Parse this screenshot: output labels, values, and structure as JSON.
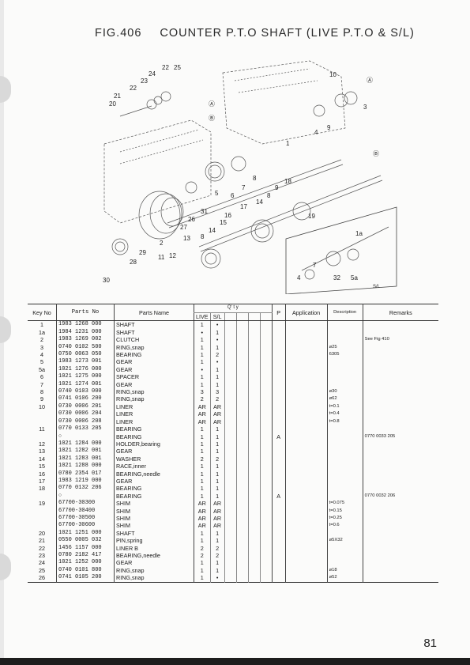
{
  "header": {
    "fig": "FIG.406",
    "title": "COUNTER P.T.O SHAFT (LIVE P.T.O & S/L)"
  },
  "diagram": {
    "callouts": [
      "22",
      "25",
      "24",
      "23",
      "21",
      "22",
      "20",
      "10",
      "Ⓐ",
      "Ⓐ",
      "3",
      "Ⓑ",
      "4",
      "9",
      "1",
      "Ⓑ",
      "18",
      "9",
      "8",
      "6",
      "7",
      "14",
      "8",
      "5",
      "31",
      "27",
      "26",
      "17",
      "19",
      "16",
      "15",
      "14",
      "13",
      "8",
      "29",
      "28",
      "11",
      "12",
      "30",
      "2",
      "1a",
      "7",
      "32",
      "5a",
      "4"
    ],
    "inset_label": "S/L"
  },
  "table": {
    "headers": {
      "key_no": "Key No",
      "parts_no": "Parts No",
      "parts_name": "Parts Name",
      "qty": "Q' t y",
      "qty_sub1": "LIVE",
      "qty_sub2": "S/L",
      "p": "P",
      "application": "Application",
      "description": "Description",
      "remarks": "Remarks"
    },
    "rows": [
      {
        "key": "1",
        "pn": "1983 1268 000",
        "name": "SHAFT",
        "q1": "1",
        "q2": "•",
        "p": "",
        "app": "",
        "desc": "",
        "rem": ""
      },
      {
        "key": "1a",
        "pn": "1984 1231 000",
        "name": "SHAFT",
        "q1": "•",
        "q2": "1",
        "p": "",
        "app": "",
        "desc": "",
        "rem": ""
      },
      {
        "key": "2",
        "pn": "1983 1269 002",
        "name": "CLUTCH",
        "q1": "1",
        "q2": "•",
        "p": "",
        "app": "",
        "desc": "",
        "rem": "See Fig 410"
      },
      {
        "key": "3",
        "pn": "0740 0102 500",
        "name": "RING,snap",
        "q1": "1",
        "q2": "1",
        "p": "",
        "app": "",
        "desc": "ø25",
        "rem": ""
      },
      {
        "key": "4",
        "pn": "0750 0063 050",
        "name": "BEARING",
        "q1": "1",
        "q2": "2",
        "p": "",
        "app": "",
        "desc": "6305",
        "rem": ""
      },
      {
        "key": "5",
        "pn": "1983 1273 001",
        "name": "GEAR",
        "q1": "1",
        "q2": "•",
        "p": "",
        "app": "",
        "desc": "",
        "rem": ""
      },
      {
        "key": "5a",
        "pn": "1021 1276 000",
        "name": "GEAR",
        "q1": "•",
        "q2": "1",
        "p": "",
        "app": "",
        "desc": "",
        "rem": ""
      },
      {
        "key": "6",
        "pn": "1021 1275 000",
        "name": "SPACER",
        "q1": "1",
        "q2": "1",
        "p": "",
        "app": "",
        "desc": "",
        "rem": ""
      },
      {
        "key": "7",
        "pn": "1021 1274 001",
        "name": "GEAR",
        "q1": "1",
        "q2": "1",
        "p": "",
        "app": "",
        "desc": "",
        "rem": ""
      },
      {
        "key": "8",
        "pn": "0740 0103 000",
        "name": "RING,snap",
        "q1": "3",
        "q2": "3",
        "p": "",
        "app": "",
        "desc": "ø30",
        "rem": ""
      },
      {
        "key": "9",
        "pn": "0741 0106 200",
        "name": "RING,snap",
        "q1": "2",
        "q2": "2",
        "p": "",
        "app": "",
        "desc": "ø62",
        "rem": ""
      },
      {
        "key": "10",
        "pn": "0730 0006 201",
        "name": "LINER",
        "q1": "AR",
        "q2": "AR",
        "p": "",
        "app": "",
        "desc": "t=0.1",
        "rem": ""
      },
      {
        "key": "",
        "pn": "0730 0006 204",
        "name": "LINER",
        "q1": "AR",
        "q2": "AR",
        "p": "",
        "app": "",
        "desc": "t=0.4",
        "rem": ""
      },
      {
        "key": "",
        "pn": "0730 0006 208",
        "name": "LINER",
        "q1": "AR",
        "q2": "AR",
        "p": "",
        "app": "",
        "desc": "t=0.8",
        "rem": ""
      },
      {
        "key": "11",
        "pn": "0770 0133 205",
        "name": "BEARING",
        "q1": "1",
        "q2": "1",
        "p": "",
        "app": "",
        "desc": "",
        "rem": ""
      },
      {
        "key": "",
        "pn": "○",
        "name": "BEARING",
        "q1": "1",
        "q2": "1",
        "p": "A",
        "app": "",
        "desc": "",
        "rem": "0770 0033 205"
      },
      {
        "key": "12",
        "pn": "1021 1284 000",
        "name": "HOLDER,bearing",
        "q1": "1",
        "q2": "1",
        "p": "",
        "app": "",
        "desc": "",
        "rem": ""
      },
      {
        "key": "13",
        "pn": "1021 1282 001",
        "name": "GEAR",
        "q1": "1",
        "q2": "1",
        "p": "",
        "app": "",
        "desc": "",
        "rem": ""
      },
      {
        "key": "14",
        "pn": "1021 1283 001",
        "name": "WASHER",
        "q1": "2",
        "q2": "2",
        "p": "",
        "app": "",
        "desc": "",
        "rem": ""
      },
      {
        "key": "15",
        "pn": "1021 1288 000",
        "name": "RACE,inner",
        "q1": "1",
        "q2": "1",
        "p": "",
        "app": "",
        "desc": "",
        "rem": ""
      },
      {
        "key": "16",
        "pn": "0780 2354 017",
        "name": "BEARING,needle",
        "q1": "1",
        "q2": "1",
        "p": "",
        "app": "",
        "desc": "",
        "rem": ""
      },
      {
        "key": "17",
        "pn": "1983 1219 000",
        "name": "GEAR",
        "q1": "1",
        "q2": "1",
        "p": "",
        "app": "",
        "desc": "",
        "rem": ""
      },
      {
        "key": "18",
        "pn": "0770 0132 206",
        "name": "BEARING",
        "q1": "1",
        "q2": "1",
        "p": "",
        "app": "",
        "desc": "",
        "rem": ""
      },
      {
        "key": "",
        "pn": "○",
        "name": "BEARING",
        "q1": "1",
        "q2": "1",
        "p": "A",
        "app": "",
        "desc": "",
        "rem": "0770 0032 206"
      },
      {
        "key": "19",
        "pn": "67700-30300",
        "name": "SHIM",
        "q1": "AR",
        "q2": "AR",
        "p": "",
        "app": "",
        "desc": "t=0.075",
        "rem": ""
      },
      {
        "key": "",
        "pn": "67700-30400",
        "name": "SHIM",
        "q1": "AR",
        "q2": "AR",
        "p": "",
        "app": "",
        "desc": "t=0.15",
        "rem": ""
      },
      {
        "key": "",
        "pn": "67700-30500",
        "name": "SHIM",
        "q1": "AR",
        "q2": "AR",
        "p": "",
        "app": "",
        "desc": "t=0.25",
        "rem": ""
      },
      {
        "key": "",
        "pn": "67700-30600",
        "name": "SHIM",
        "q1": "AR",
        "q2": "AR",
        "p": "",
        "app": "",
        "desc": "t=0.6",
        "rem": ""
      },
      {
        "key": "20",
        "pn": "1021 1251 000",
        "name": "SHAFT",
        "q1": "1",
        "q2": "1",
        "p": "",
        "app": "",
        "desc": "",
        "rem": ""
      },
      {
        "key": "21",
        "pn": "0550 0005 032",
        "name": "PIN,spring",
        "q1": "1",
        "q2": "1",
        "p": "",
        "app": "",
        "desc": "ø5X32",
        "rem": ""
      },
      {
        "key": "22",
        "pn": "1456 1157 000",
        "name": "LINER B",
        "q1": "2",
        "q2": "2",
        "p": "",
        "app": "",
        "desc": "",
        "rem": ""
      },
      {
        "key": "23",
        "pn": "0780 2182 417",
        "name": "BEARING,needle",
        "q1": "2",
        "q2": "2",
        "p": "",
        "app": "",
        "desc": "",
        "rem": ""
      },
      {
        "key": "24",
        "pn": "1021 1252 000",
        "name": "GEAR",
        "q1": "1",
        "q2": "1",
        "p": "",
        "app": "",
        "desc": "",
        "rem": ""
      },
      {
        "key": "25",
        "pn": "0740 0101 800",
        "name": "RING,snap",
        "q1": "1",
        "q2": "1",
        "p": "",
        "app": "",
        "desc": "ø18",
        "rem": ""
      },
      {
        "key": "26",
        "pn": "0741 0105 200",
        "name": "RING,snap",
        "q1": "1",
        "q2": "•",
        "p": "",
        "app": "",
        "desc": "ø52",
        "rem": ""
      }
    ]
  },
  "page_number": "81",
  "colors": {
    "ink": "#1a1a1a",
    "paper": "#fbfbfa",
    "binder": "#d9d9d9"
  }
}
